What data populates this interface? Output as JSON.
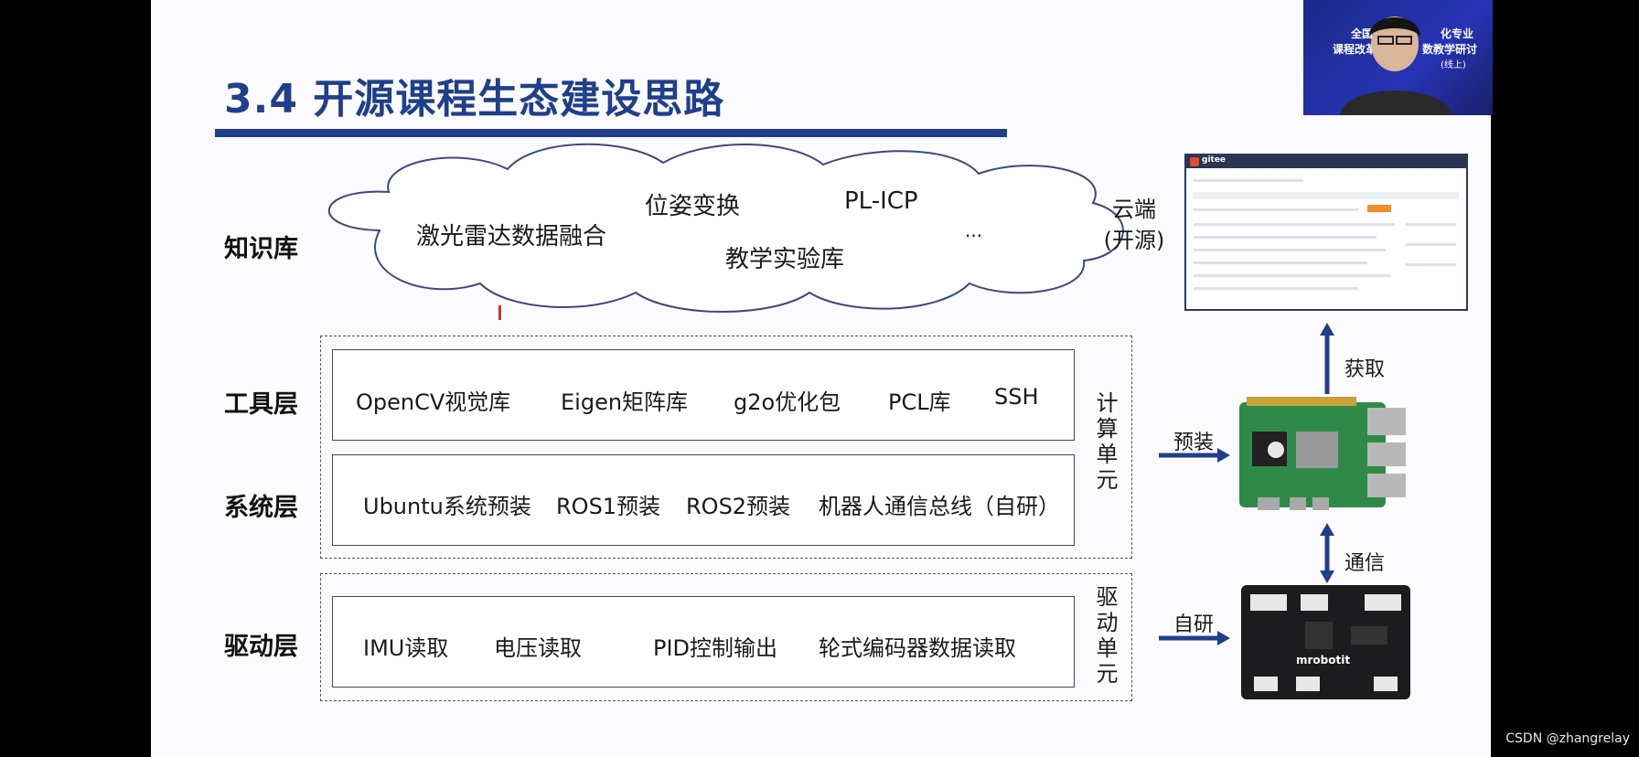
{
  "slide": {
    "title": "3.4 开源课程生态建设思路"
  },
  "layers": {
    "knowledge": "知识库",
    "tool": "工具层",
    "system": "系统层",
    "driver": "驱动层"
  },
  "cloud": {
    "items": [
      "激光雷达数据融合",
      "位姿变换",
      "PL-ICP",
      "教学实验库",
      "..."
    ],
    "side_label_line1": "云端",
    "side_label_line2": "(开源)"
  },
  "tool_items": [
    "OpenCV视觉库",
    "Eigen矩阵库",
    "g2o优化包",
    "PCL库",
    "SSH"
  ],
  "system_items": [
    "Ubuntu系统预装",
    "ROS1预装",
    "ROS2预装",
    "机器人通信总线（自研）"
  ],
  "driver_items": [
    "IMU读取",
    "电压读取",
    "PID控制输出",
    "轮式编码器数据读取"
  ],
  "compute_unit_label": "计算单元",
  "driver_unit_label": "驱动单元",
  "arrows": {
    "preinstall": "预装",
    "selfdev": "自研",
    "fetch": "获取",
    "comm": "通信"
  },
  "board_logo": "mrobotit",
  "screenshot_logo": "gitee",
  "webcam": {
    "line1": "全国",
    "line1b": "化专业",
    "line2": "课程改革",
    "line2b": "数教学研讨",
    "line3": "(线上)"
  },
  "watermark": "CSDN @zhangrelay",
  "colors": {
    "title_blue": "#1f3f8a",
    "arrow_blue": "#1f3f8a"
  }
}
